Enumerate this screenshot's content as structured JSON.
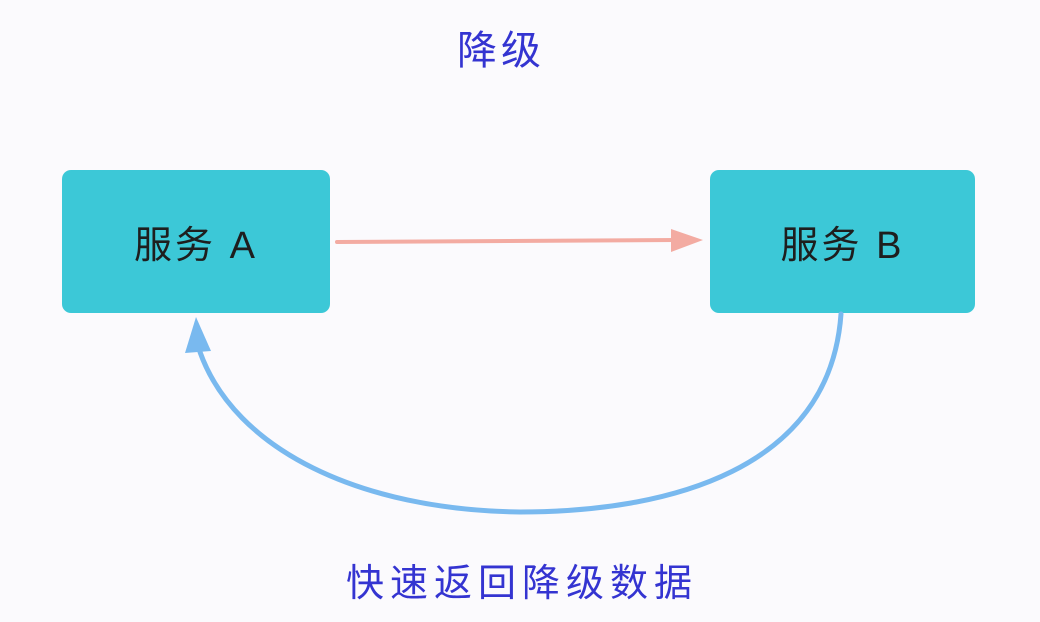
{
  "diagram": {
    "title": "降级",
    "nodes": [
      {
        "id": "service-a",
        "label": "服务 A"
      },
      {
        "id": "service-b",
        "label": "服务 B"
      }
    ],
    "edges": [
      {
        "id": "request",
        "from": "service-a",
        "to": "service-b",
        "style": "straight",
        "color": "#f3aba2",
        "label": ""
      },
      {
        "id": "fallback",
        "from": "service-b",
        "to": "service-a",
        "style": "curved",
        "color": "#79b9ef",
        "label": "快速返回降级数据"
      }
    ],
    "colors": {
      "background": "#fbfafd",
      "node_fill": "#3cc8d7",
      "node_text": "#1e1e1e",
      "title_text": "#3434d1",
      "request_arrow": "#f3aba2",
      "fallback_arrow": "#79b9ef"
    }
  }
}
